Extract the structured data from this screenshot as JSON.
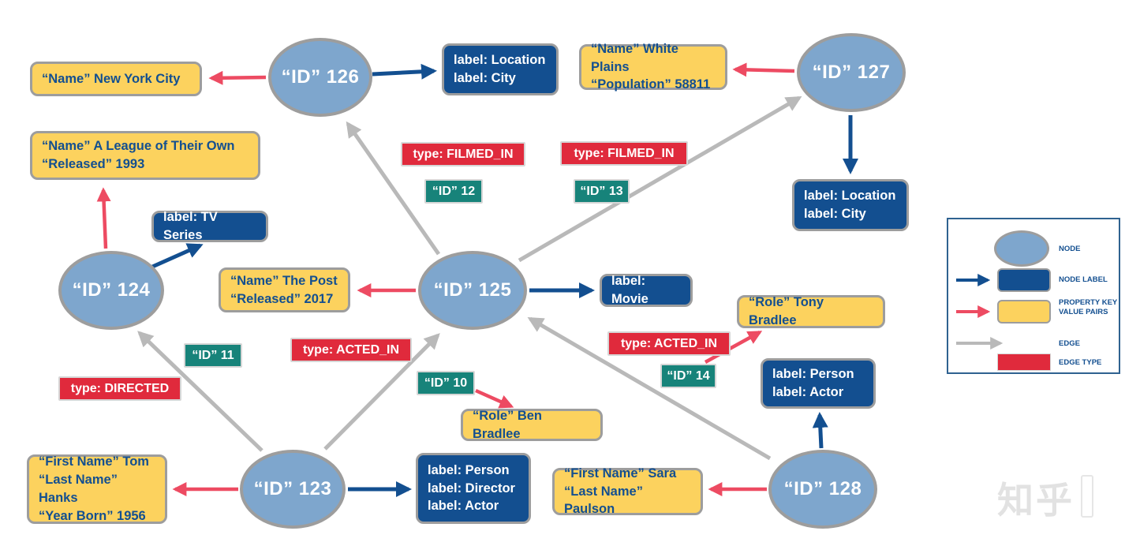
{
  "nodes": [
    {
      "id_label": "“ID” 126",
      "labels": [
        "label: Location",
        "label: City"
      ],
      "properties": [
        "“Name” New York City"
      ]
    },
    {
      "id_label": "“ID” 127",
      "labels": [
        "label: Location",
        "label: City"
      ],
      "properties": [
        "“Name” White Plains",
        "“Population” 58811"
      ]
    },
    {
      "id_label": "“ID” 124",
      "labels": [
        "label: TV Series"
      ],
      "properties": [
        "“Name” A League of Their Own",
        "“Released” 1993"
      ]
    },
    {
      "id_label": "“ID” 125",
      "labels": [
        "label: Movie"
      ],
      "properties": [
        "“Name” The Post",
        "“Released” 2017"
      ]
    },
    {
      "id_label": "“ID” 123",
      "labels": [
        "label: Person",
        "label: Director",
        "label: Actor"
      ],
      "properties": [
        "“First Name” Tom",
        "“Last Name” Hanks",
        "“Year Born” 1956"
      ]
    },
    {
      "id_label": "“ID” 128",
      "labels": [
        "label: Person",
        "label: Actor"
      ],
      "properties": [
        "“First Name” Sara",
        "“Last Name” Paulson"
      ]
    }
  ],
  "relationships": [
    {
      "type_label": "type: FILMED_IN",
      "id_label": "“ID” 12",
      "from": "“ID” 125",
      "to": "“ID” 126"
    },
    {
      "type_label": "type: FILMED_IN",
      "id_label": "“ID” 13",
      "from": "“ID” 125",
      "to": "“ID” 127"
    },
    {
      "type_label": "type: DIRECTED",
      "id_label": "“ID” 11",
      "from": "“ID” 123",
      "to": "“ID” 124"
    },
    {
      "type_label": "type: ACTED_IN",
      "id_label": "“ID” 10",
      "from": "“ID” 123",
      "to": "“ID” 125",
      "properties": [
        "“Role” Ben Bradlee"
      ]
    },
    {
      "type_label": "type: ACTED_IN",
      "id_label": "“ID” 14",
      "from": "“ID” 128",
      "to": "“ID” 125",
      "properties": [
        "“Role” Tony Bradlee"
      ]
    }
  ],
  "legend": {
    "node": "NODE",
    "node_label": "NODE LABEL",
    "property_line1": "PROPERTY KEY",
    "property_line2": "VALUE PAIRS",
    "edge": "EDGE",
    "edge_type": "EDGE TYPE"
  },
  "watermark": "知乎",
  "colors": {
    "node_fill": "#7EA6CD",
    "node_label_bg": "#134F90",
    "property_bg": "#FCD25E",
    "edge_type_bg": "#E02A3C",
    "edge_id_bg": "#17837A",
    "edge_arrow": "#B9B9B9",
    "property_arrow": "#ED4B62",
    "node_label_arrow": "#134F90",
    "shape_border": "#9D9D9D",
    "legend_border": "#2F6290"
  }
}
